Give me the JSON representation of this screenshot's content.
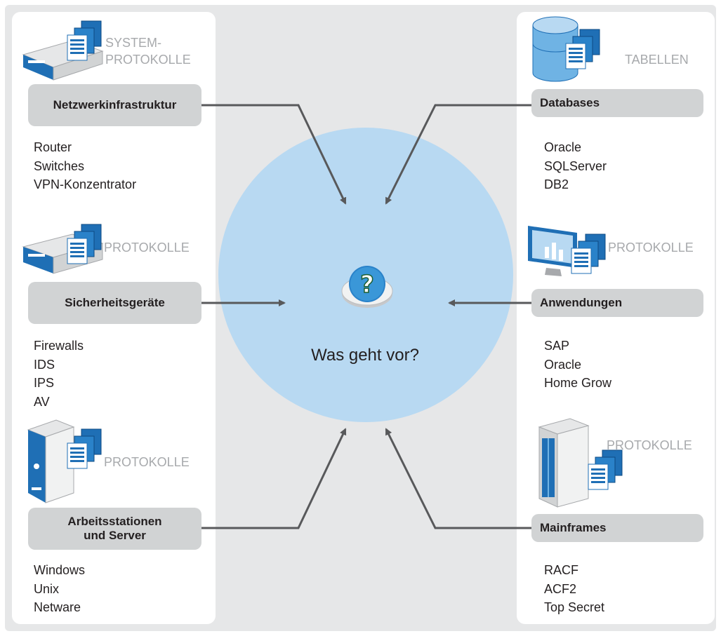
{
  "center": {
    "caption": "Was geht vor?"
  },
  "left": {
    "network": {
      "tag_line1": "SYSTEM-",
      "tag_line2": "PROTOKOLLE",
      "title": "Netzwerkinfrastruktur",
      "items": [
        "Router",
        "Switches",
        "VPN-Konzentrator"
      ]
    },
    "security": {
      "tag": "PROTOKOLLE",
      "title": "Sicherheitsgeräte",
      "items": [
        "Firewalls",
        "IDS",
        "IPS",
        "AV"
      ]
    },
    "workstations": {
      "tag": "PROTOKOLLE",
      "title_line1": "Arbeitsstationen",
      "title_line2": "und Server",
      "items": [
        "Windows",
        "Unix",
        "Netware"
      ]
    }
  },
  "right": {
    "databases": {
      "tag": "TABELLEN",
      "title": "Databases",
      "items": [
        "Oracle",
        "SQLServer",
        "DB2"
      ]
    },
    "applications": {
      "tag": "PROTOKOLLE",
      "title": "Anwendungen",
      "items": [
        "SAP",
        "Oracle",
        "Home Grow"
      ]
    },
    "mainframes": {
      "tag": "PROTOKOLLE",
      "title": "Mainframes",
      "items": [
        "RACF",
        "ACF2",
        "Top Secret"
      ]
    }
  },
  "colors": {
    "background": "#e6e7e8",
    "panel": "#ffffff",
    "circle": "#b8d9f2",
    "label_box": "#d1d3d4",
    "arrow": "#58595b",
    "tag_text": "#a7a9ac",
    "icon_blue": "#1f6fb5"
  },
  "icons": {
    "network": "network-appliance-icon",
    "security": "security-appliance-icon",
    "workstations": "server-tower-icon",
    "databases": "database-cylinder-icon",
    "applications": "monitor-chart-icon",
    "mainframes": "mainframe-icon",
    "logs": "log-documents-icon",
    "center": "question-mark-icon"
  }
}
